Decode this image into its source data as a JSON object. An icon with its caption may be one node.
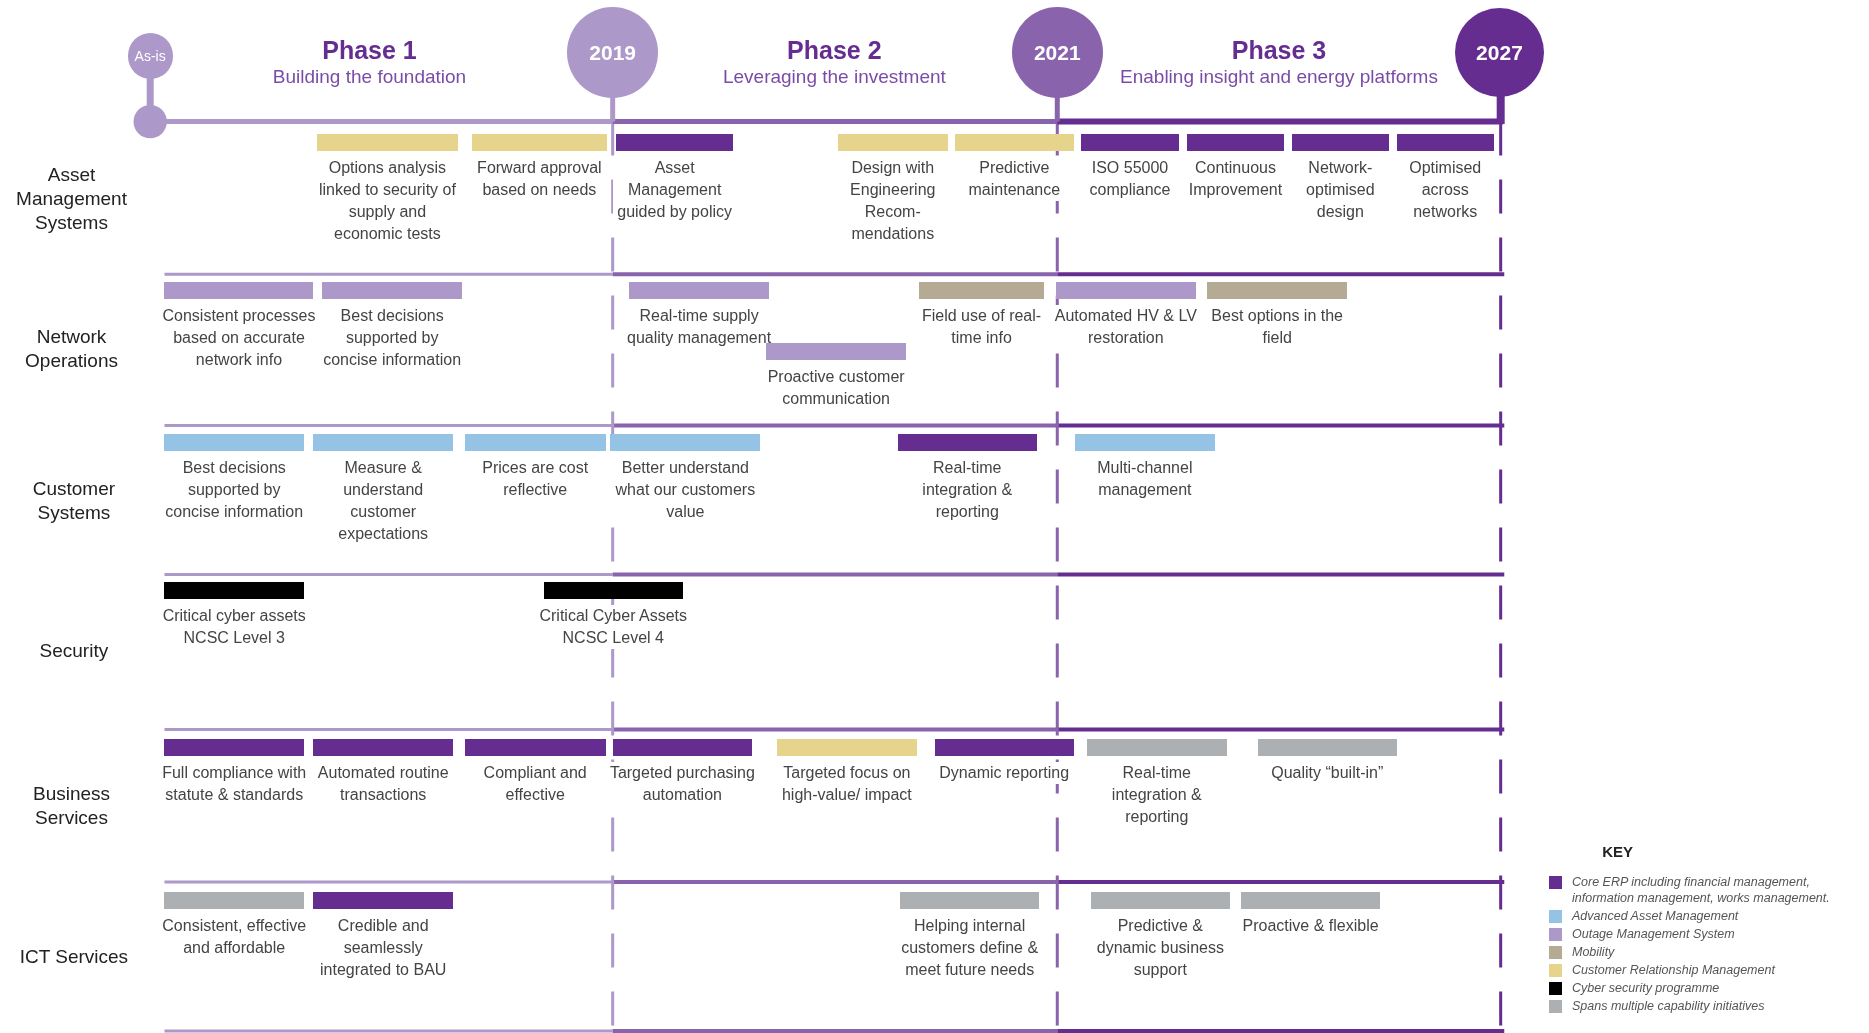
{
  "diagram": {
    "nodes": [
      {
        "text": [
          "As-is"
        ]
      },
      {
        "text": [
          "2019"
        ]
      },
      {
        "text": [
          "2021"
        ]
      },
      {
        "text": [
          "2027"
        ]
      },
      {
        "text": [
          "Options analysis linked to security of supply and economic tests"
        ]
      },
      {
        "text": [
          "Forward approval based on needs"
        ]
      },
      {
        "text": [
          "Asset Management guided by policy"
        ]
      },
      {
        "text": [
          "Design with Engineering Recom- mendations"
        ]
      },
      {
        "text": [
          "Predictive maintenance"
        ]
      },
      {
        "text": [
          "ISO 55000 compliance"
        ]
      },
      {
        "text": [
          "Continuous Improvement"
        ]
      },
      {
        "text": [
          "Network- optimised design"
        ]
      },
      {
        "text": [
          "Optimised across networks"
        ]
      },
      {
        "text": [
          "Consistent processes based on accurate network info"
        ]
      },
      {
        "text": [
          "Best decisions supported by concise information"
        ]
      },
      {
        "text": [
          "Real-time supply quality management"
        ]
      },
      {
        "text": [
          "Proactive customer communication"
        ]
      },
      {
        "text": [
          "Field use of real-time info"
        ]
      },
      {
        "text": [
          "Automated HV & LV restoration"
        ]
      },
      {
        "text": [
          "Best options in the field"
        ]
      },
      {
        "text": [
          "Best decisions supported by concise information"
        ]
      },
      {
        "text": [
          "Measure & understand customer expectations"
        ]
      },
      {
        "text": [
          "Prices are cost reflective"
        ]
      },
      {
        "text": [
          "Better understand what our customers value"
        ]
      },
      {
        "text": [
          "Real-time integration & reporting"
        ]
      },
      {
        "text": [
          "Multi-channel management"
        ]
      },
      {
        "text": [
          "Critical cyber assets NCSC Level 3"
        ]
      },
      {
        "text": [
          "Critical Cyber Assets NCSC Level 4"
        ]
      },
      {
        "text": [
          "Full compliance with statute & standards"
        ]
      },
      {
        "text": [
          "Automated routine transactions"
        ]
      },
      {
        "text": [
          "Compliant and effective"
        ]
      },
      {
        "text": [
          "Targeted purchasing automation"
        ]
      },
      {
        "text": [
          "Targeted focus on high-value/ impact"
        ]
      },
      {
        "text": [
          "Dynamic reporting"
        ]
      },
      {
        "text": [
          "Real-time integration & reporting"
        ]
      },
      {
        "text": [
          "Quality “built-in”"
        ]
      },
      {
        "text": [
          "Consistent, effective and affordable"
        ]
      },
      {
        "text": [
          "Credible and seamlessly integrated to BAU"
        ]
      },
      {
        "text": [
          "Helping internal customers define & meet future needs"
        ]
      },
      {
        "text": [
          "Predictive & dynamic business support"
        ]
      },
      {
        "text": [
          "Proactive & flexible"
        ]
      }
    ],
    "labels": [
      "Phase 1",
      "Building the foundation",
      "Phase 2",
      "Leveraging the investment",
      "Phase 3",
      "Enabling insight and energy platforms",
      "Asset Management Systems",
      "Network Operations",
      "Customer Systems",
      "Security",
      "Business Services",
      "ICT Services",
      "KEY"
    ],
    "legend": [
      {
        "text": "Core ERP including financial management, information management, works management.",
        "color": "#662d91"
      },
      {
        "text": "Advanced Asset Management",
        "color": "#94c3e6"
      },
      {
        "text": "Outage Management System",
        "color": "#ac98c9"
      },
      {
        "text": "Mobility",
        "color": "#b5aa93"
      },
      {
        "text": "Customer Relationship Management",
        "color": "#e6d48c"
      },
      {
        "text": "Cyber security programme",
        "color": "#000000"
      },
      {
        "text": "Spans multiple capability initiatives",
        "color": "#adb0b2"
      }
    ]
  }
}
